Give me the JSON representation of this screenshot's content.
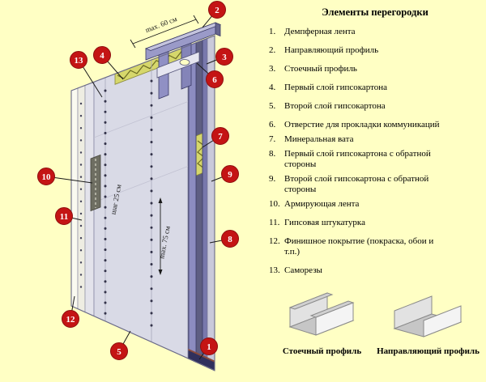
{
  "colors": {
    "background": "#FFFFC4",
    "callout_red": "#C41414",
    "profile_blue": "#8C8CC0",
    "wool_yellow": "#D6D76B",
    "wall_face": "#D9DAE6"
  },
  "legend": {
    "title": "Элементы перегородки",
    "items": [
      {
        "num": "1.",
        "label": "Демпферная лента"
      },
      {
        "num": "2.",
        "label": "Направляющий профиль"
      },
      {
        "num": "3.",
        "label": "Стоечный профиль"
      },
      {
        "num": "4.",
        "label": "Первый слой гипсокартона"
      },
      {
        "num": "5.",
        "label": "Второй слой гипсокартона"
      },
      {
        "num": "6.",
        "label": "Отверстие для прокладки коммуникаций"
      },
      {
        "num": "7.",
        "label": "Минеральная вата"
      },
      {
        "num": "8.",
        "label": "Первый слой гипсокартона с обратной стороны"
      },
      {
        "num": "9.",
        "label": "Второй слой гипсокартона с обратной стороны"
      },
      {
        "num": "10.",
        "label": "Армирующая лента"
      },
      {
        "num": "11.",
        "label": "Гипсовая штукатурка"
      },
      {
        "num": "12.",
        "label": "Финишное покрытие (покраска, обои и т.п.)"
      },
      {
        "num": "13.",
        "label": "Саморезы"
      }
    ]
  },
  "diagram": {
    "callouts": [
      {
        "num": "1"
      },
      {
        "num": "2"
      },
      {
        "num": "3"
      },
      {
        "num": "4"
      },
      {
        "num": "5"
      },
      {
        "num": "6"
      },
      {
        "num": "7"
      },
      {
        "num": "8"
      },
      {
        "num": "9"
      },
      {
        "num": "10"
      },
      {
        "num": "11"
      },
      {
        "num": "12"
      },
      {
        "num": "13"
      }
    ],
    "dim_top": "max. 60 см",
    "dim_step": "шаг 25 см",
    "dim_mid": "max. 75 см"
  },
  "profiles": {
    "stud_label": "Стоечный профиль",
    "guide_label": "Направляющий профиль"
  }
}
